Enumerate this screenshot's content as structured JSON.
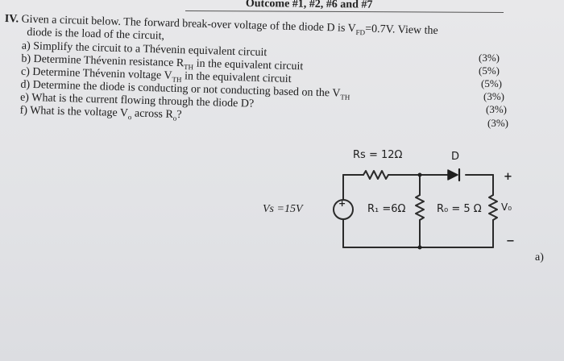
{
  "header": {
    "title": "Outcome #1, #2, #6 and #7"
  },
  "question": {
    "number": "IV.",
    "intro_line1": "Given a circuit below. The forward break-over voltage of the diode D is V",
    "intro_sub": "FD",
    "intro_tail": "=0.7V. View the",
    "intro_line2": "diode is the load of the circuit,",
    "parts": [
      {
        "label": "a)",
        "text": "Simplify the circuit to a Thévenin equivalent circuit",
        "marks": "(3%)"
      },
      {
        "label": "b)",
        "text": "Determine Thévenin resistance R",
        "sub": "TH",
        "tail": " in the equivalent circuit",
        "marks": "(5%)"
      },
      {
        "label": "c)",
        "text": "Determine Thévenin voltage V",
        "sub": "TH",
        "tail": " in the equivalent circuit",
        "marks": "(5%)"
      },
      {
        "label": "d)",
        "text": "Determine the diode is conducting or not conducting based on the V",
        "sub": "TH",
        "tail": "",
        "marks": "(3%)"
      },
      {
        "label": "e)",
        "text": "What is the current flowing through the diode D?",
        "marks": "(3%)"
      },
      {
        "label": "f)",
        "text": "What is the voltage V",
        "sub": "o",
        "tail": " across R",
        "sub2": "o",
        "tail2": "?",
        "marks": "(3%)"
      }
    ]
  },
  "circuit": {
    "rs_label": "Rs = 12Ω",
    "diode_label": "D",
    "vs_label": "Vs =15V",
    "r1_label": "R₁ =6Ω",
    "ro_label": "R₀ = 5 Ω",
    "vo_label": "V₀",
    "plus_label": "+",
    "minus_label": "−",
    "source_plus": "+"
  },
  "figure_label": "a)"
}
